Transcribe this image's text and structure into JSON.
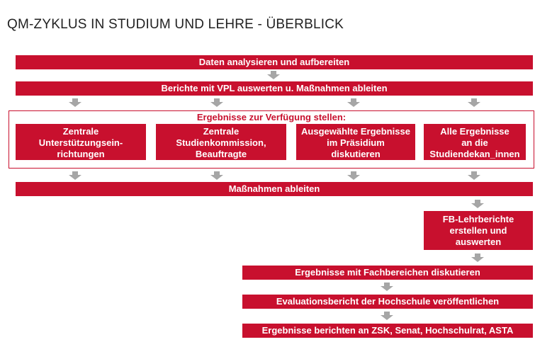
{
  "title": "QM-ZYKLUS IN STUDIUM UND LEHRE - ÜBERBLICK",
  "steps": {
    "analyze": "Daten analysieren und aufbereiten",
    "reports": "Berichte mit VPL auswerten u. Maßnahmen ableiten",
    "results_label": "Ergebnisse zur Verfügung stellen:",
    "box1": [
      "Zentrale",
      "Unterstützungsein-",
      "richtungen"
    ],
    "box2": [
      "Zentrale",
      "Studienkommission,",
      "Beauftragte"
    ],
    "box3": [
      "Ausgewählte Ergebnisse",
      "im Präsidium",
      "diskutieren"
    ],
    "box4": [
      "Alle Ergebnisse",
      "an die",
      "Studiendekan_innen"
    ],
    "measures": "Maßnahmen ableiten",
    "fb_reports": [
      "FB-Lehrberichte",
      "erstellen und",
      "auswerten"
    ],
    "discuss": "Ergebnisse mit Fachbereichen diskutieren",
    "evaluation": "Evaluationsbericht der Hochschule veröffentlichen",
    "report_out": "Ergebnisse berichten an ZSK, Senat, Hochschulrat, ASTA"
  },
  "colors": {
    "accent": "#c8102e",
    "arrow": "#a6a6a6",
    "title": "#222222"
  }
}
